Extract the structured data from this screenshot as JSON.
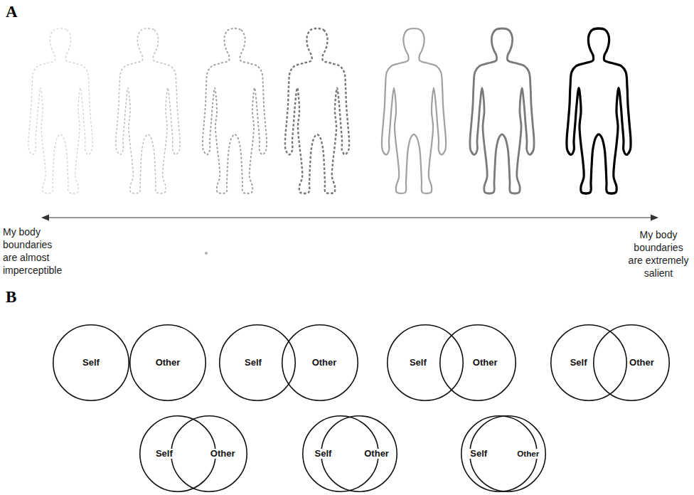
{
  "diagram": {
    "nodes": [
      {
        "text": [
          "Self"
        ]
      },
      {
        "text": [
          "Other"
        ]
      },
      {
        "text": [
          "Self"
        ]
      },
      {
        "text": [
          "Other"
        ]
      },
      {
        "text": [
          "Self"
        ]
      },
      {
        "text": [
          "Other"
        ]
      },
      {
        "text": [
          "Self"
        ]
      },
      {
        "text": [
          "Other"
        ]
      },
      {
        "text": [
          "Self"
        ]
      },
      {
        "text": [
          "Other"
        ]
      },
      {
        "text": [
          "Self"
        ]
      },
      {
        "text": [
          "Other"
        ]
      },
      {
        "text": [
          "Self"
        ]
      },
      {
        "text": [
          "Other"
        ]
      }
    ],
    "labels": [
      "A",
      "My body boundaries are almost imperceptible",
      "My body boundaries are extremely salient",
      "B"
    ]
  }
}
